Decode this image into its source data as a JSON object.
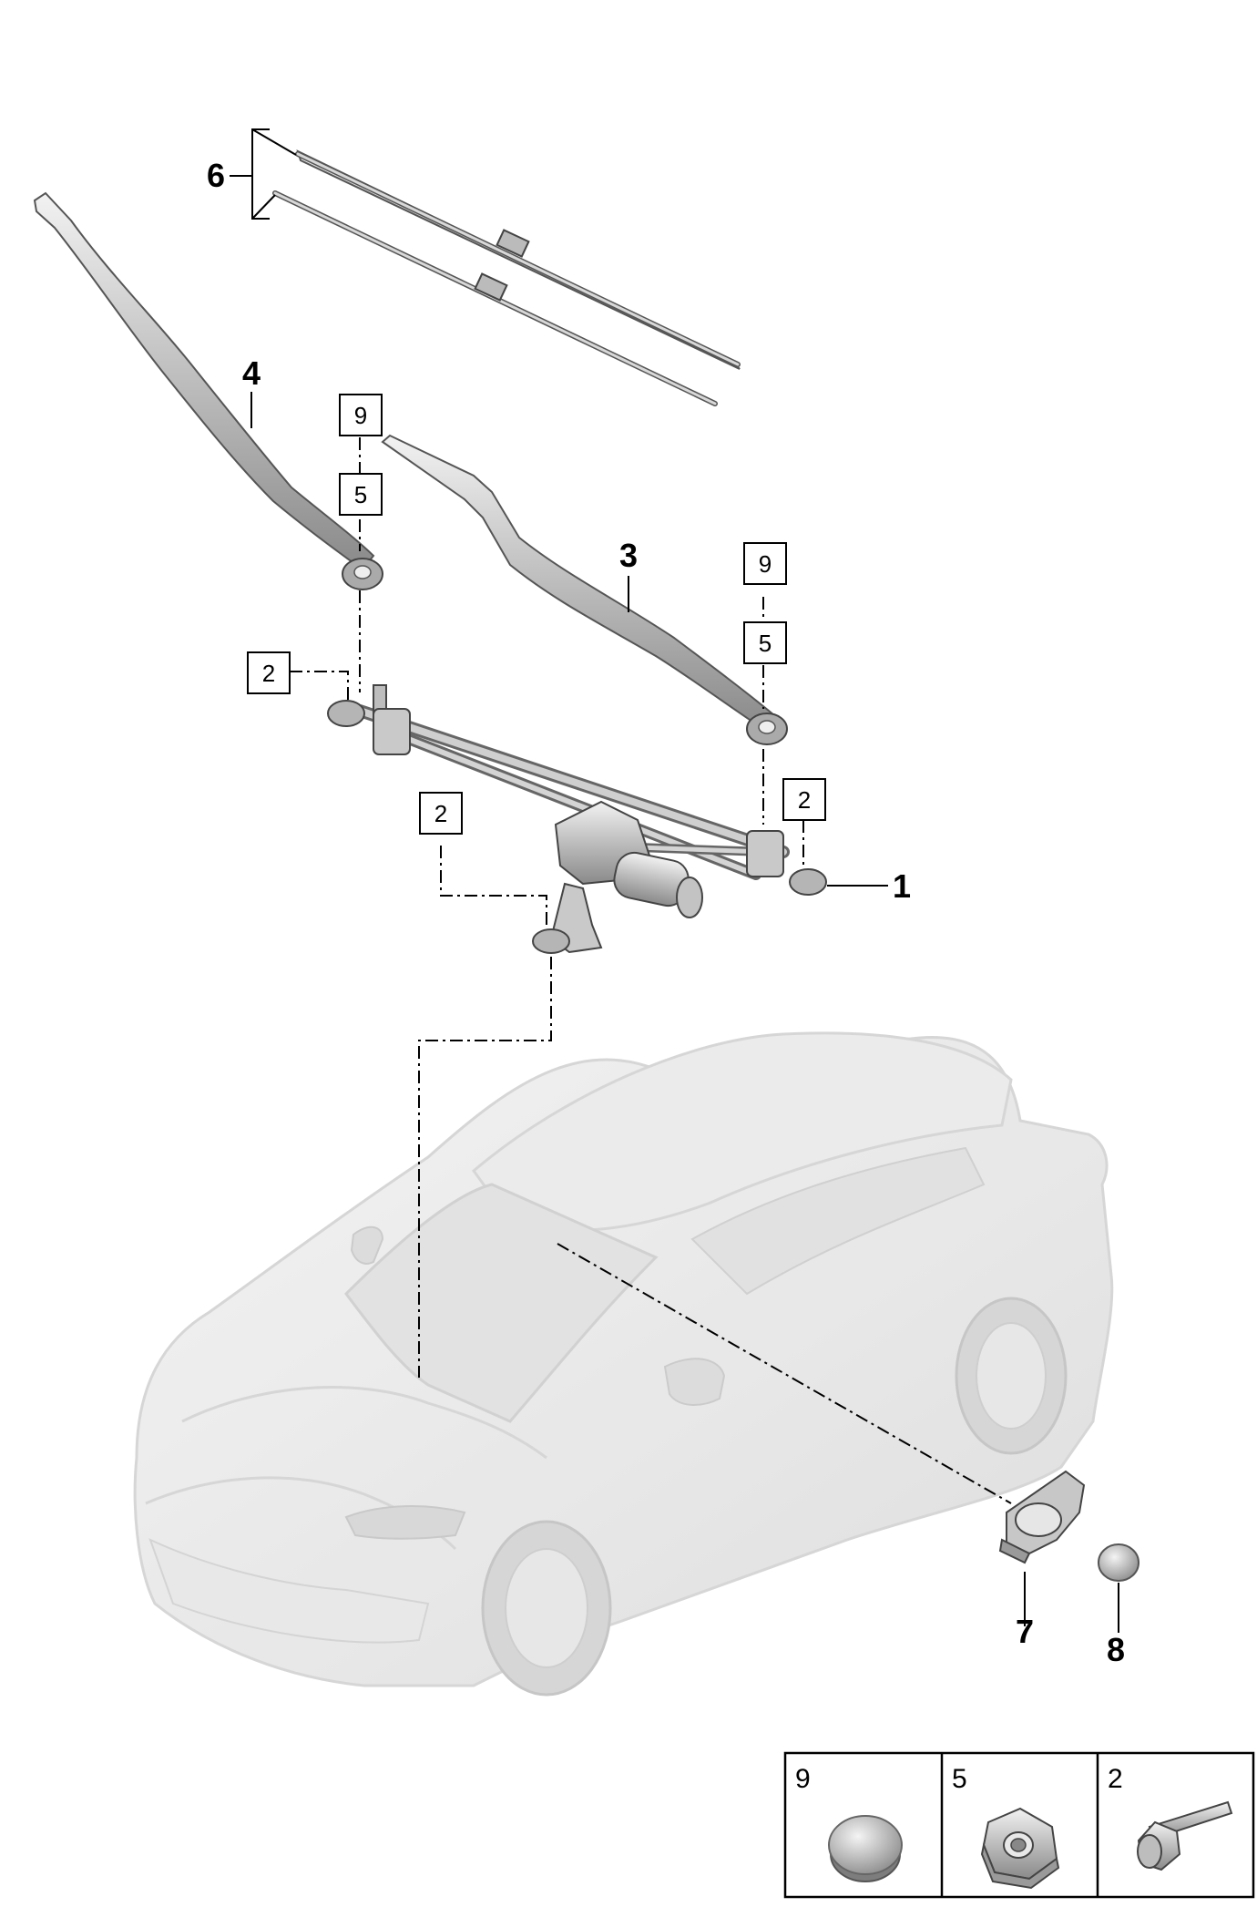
{
  "diagram": {
    "callouts": {
      "c1": "1",
      "c3": "3",
      "c4": "4",
      "c6": "6",
      "c7": "7",
      "c8": "8"
    },
    "boxes": {
      "b9_left": "9",
      "b5_left": "5",
      "b9_right": "9",
      "b5_right": "5",
      "b2_left": "2",
      "b2_mid": "2",
      "b2_right": "2"
    },
    "legend": {
      "cells": [
        {
          "label": "9",
          "part": "cap-icon"
        },
        {
          "label": "5",
          "part": "hex-nut-icon"
        },
        {
          "label": "2",
          "part": "bolt-icon"
        }
      ]
    }
  }
}
